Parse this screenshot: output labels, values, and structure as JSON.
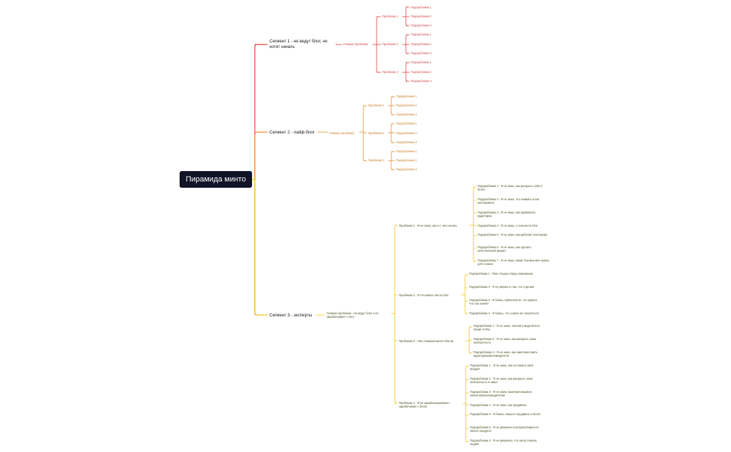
{
  "root": "Пирамида минто",
  "colors": {
    "seg1": "#e23b3b",
    "seg2": "#e98a2b",
    "seg3": "#f0c419",
    "root_bg": "#131327"
  },
  "segments": [
    {
      "label": "Сегмент 1 - не ведут блог, но хотят начать",
      "main": "Главная проблема",
      "problems": [
        {
          "label": "Проблема 1",
          "subs": [
            "Подпроблема 1",
            "Подпроблема 2",
            "Подпроблема 3"
          ]
        },
        {
          "label": "Проблема 2",
          "subs": [
            "Подпроблема 1",
            "Подпроблема 2",
            "Подпроблема 3"
          ]
        },
        {
          "label": "Проблема 3",
          "subs": [
            "Подпроблема 1",
            "Подпроблема 2",
            "Подпроблема 3"
          ]
        }
      ]
    },
    {
      "label": "Сегмент 2  - лайф-блог",
      "main": "Главная проблема",
      "problems": [
        {
          "label": "Проблема 1",
          "subs": [
            "Подпроблема 1",
            "Подпроблема 2",
            "Подпроблема 3"
          ]
        },
        {
          "label": "Проблема 2",
          "subs": [
            "Подпроблема 1",
            "Подпроблема 2",
            "Подпроблема 3"
          ]
        },
        {
          "label": "Проблема 3",
          "subs": [
            "Подпроблема 1",
            "Подпроблема 2",
            "Подпроблема 3"
          ]
        }
      ]
    },
    {
      "label": "Сегмент 3 - эксперты",
      "main": "Главная проблема - Не ведут блог и не зарабатывают с него.",
      "problems": [
        {
          "label": "Проблема 1 - Я не знаю, как и с чего начать",
          "subs": [
            "Подпроблема 1 - Я не знаю, как раскрыть себя в блоге.",
            "Подпроблема 2 - Я не знаю, что снимать и как монтировать",
            "Подпроблема 3 - Я не знаю, как привлекать аудиторию",
            "Подпроблема 4 - Я не знаю, о чем вести блог",
            "Подпроблема 5 - Я не знаю, как работает инстаграм",
            "Подпроблема 6 - Я не знаю, как сделать качественный визуал",
            "Подпроблема 7 - Я не знаю, какая техника мне нужна для съемок"
          ]
        },
        {
          "label": "Проблема 2 - Я стесняюсь вести блог",
          "subs": [
            "Подпроблема 1 - Мне стыдно перед знакомыми",
            "Подпроблема 2 - Я не уверен в том, что я делаю",
            "Подпроблема 3 - Я боюсь публичности - не уверен, что она значит",
            "Подпроблема 4 - Я боюсь, что у меня не получиться"
          ]
        },
        {
          "label": "Проблема 3 - Уже слишком много блогов",
          "subs": [
            "Подпроблема 1 - Я не знаю, чем могу выделиться среди толпы",
            "Подпроблема 2 - Я не знаю, как раскрыть свою экспертность",
            "Подпроблема 3 - Я не знаю, как заинтересовать аудиторию/рекламодателя"
          ]
        },
        {
          "label": "Проблема 4 - Я не зарабатываю/мало зарабатываю с блога",
          "subs": [
            "Подпроблема 1 - Я не знаю, как составить свой продукт",
            "Подпроблема 2 - Я не знаю, как раскрыть свою экспертность в нише",
            "Подпроблема 3 - Я не умею заинтересовывать клиентов/рекламодателей",
            "Подпроблема 4 - Я не знаю, как продавать",
            "Подпроблема 5 - Я боюсь открыто продавать в блоге",
            "Подпроблема 6 - Я не уверенна в результативности своего продукта",
            "Подпроблема 4 - Я не уверенна, что смогу помочь людям"
          ]
        }
      ]
    }
  ]
}
